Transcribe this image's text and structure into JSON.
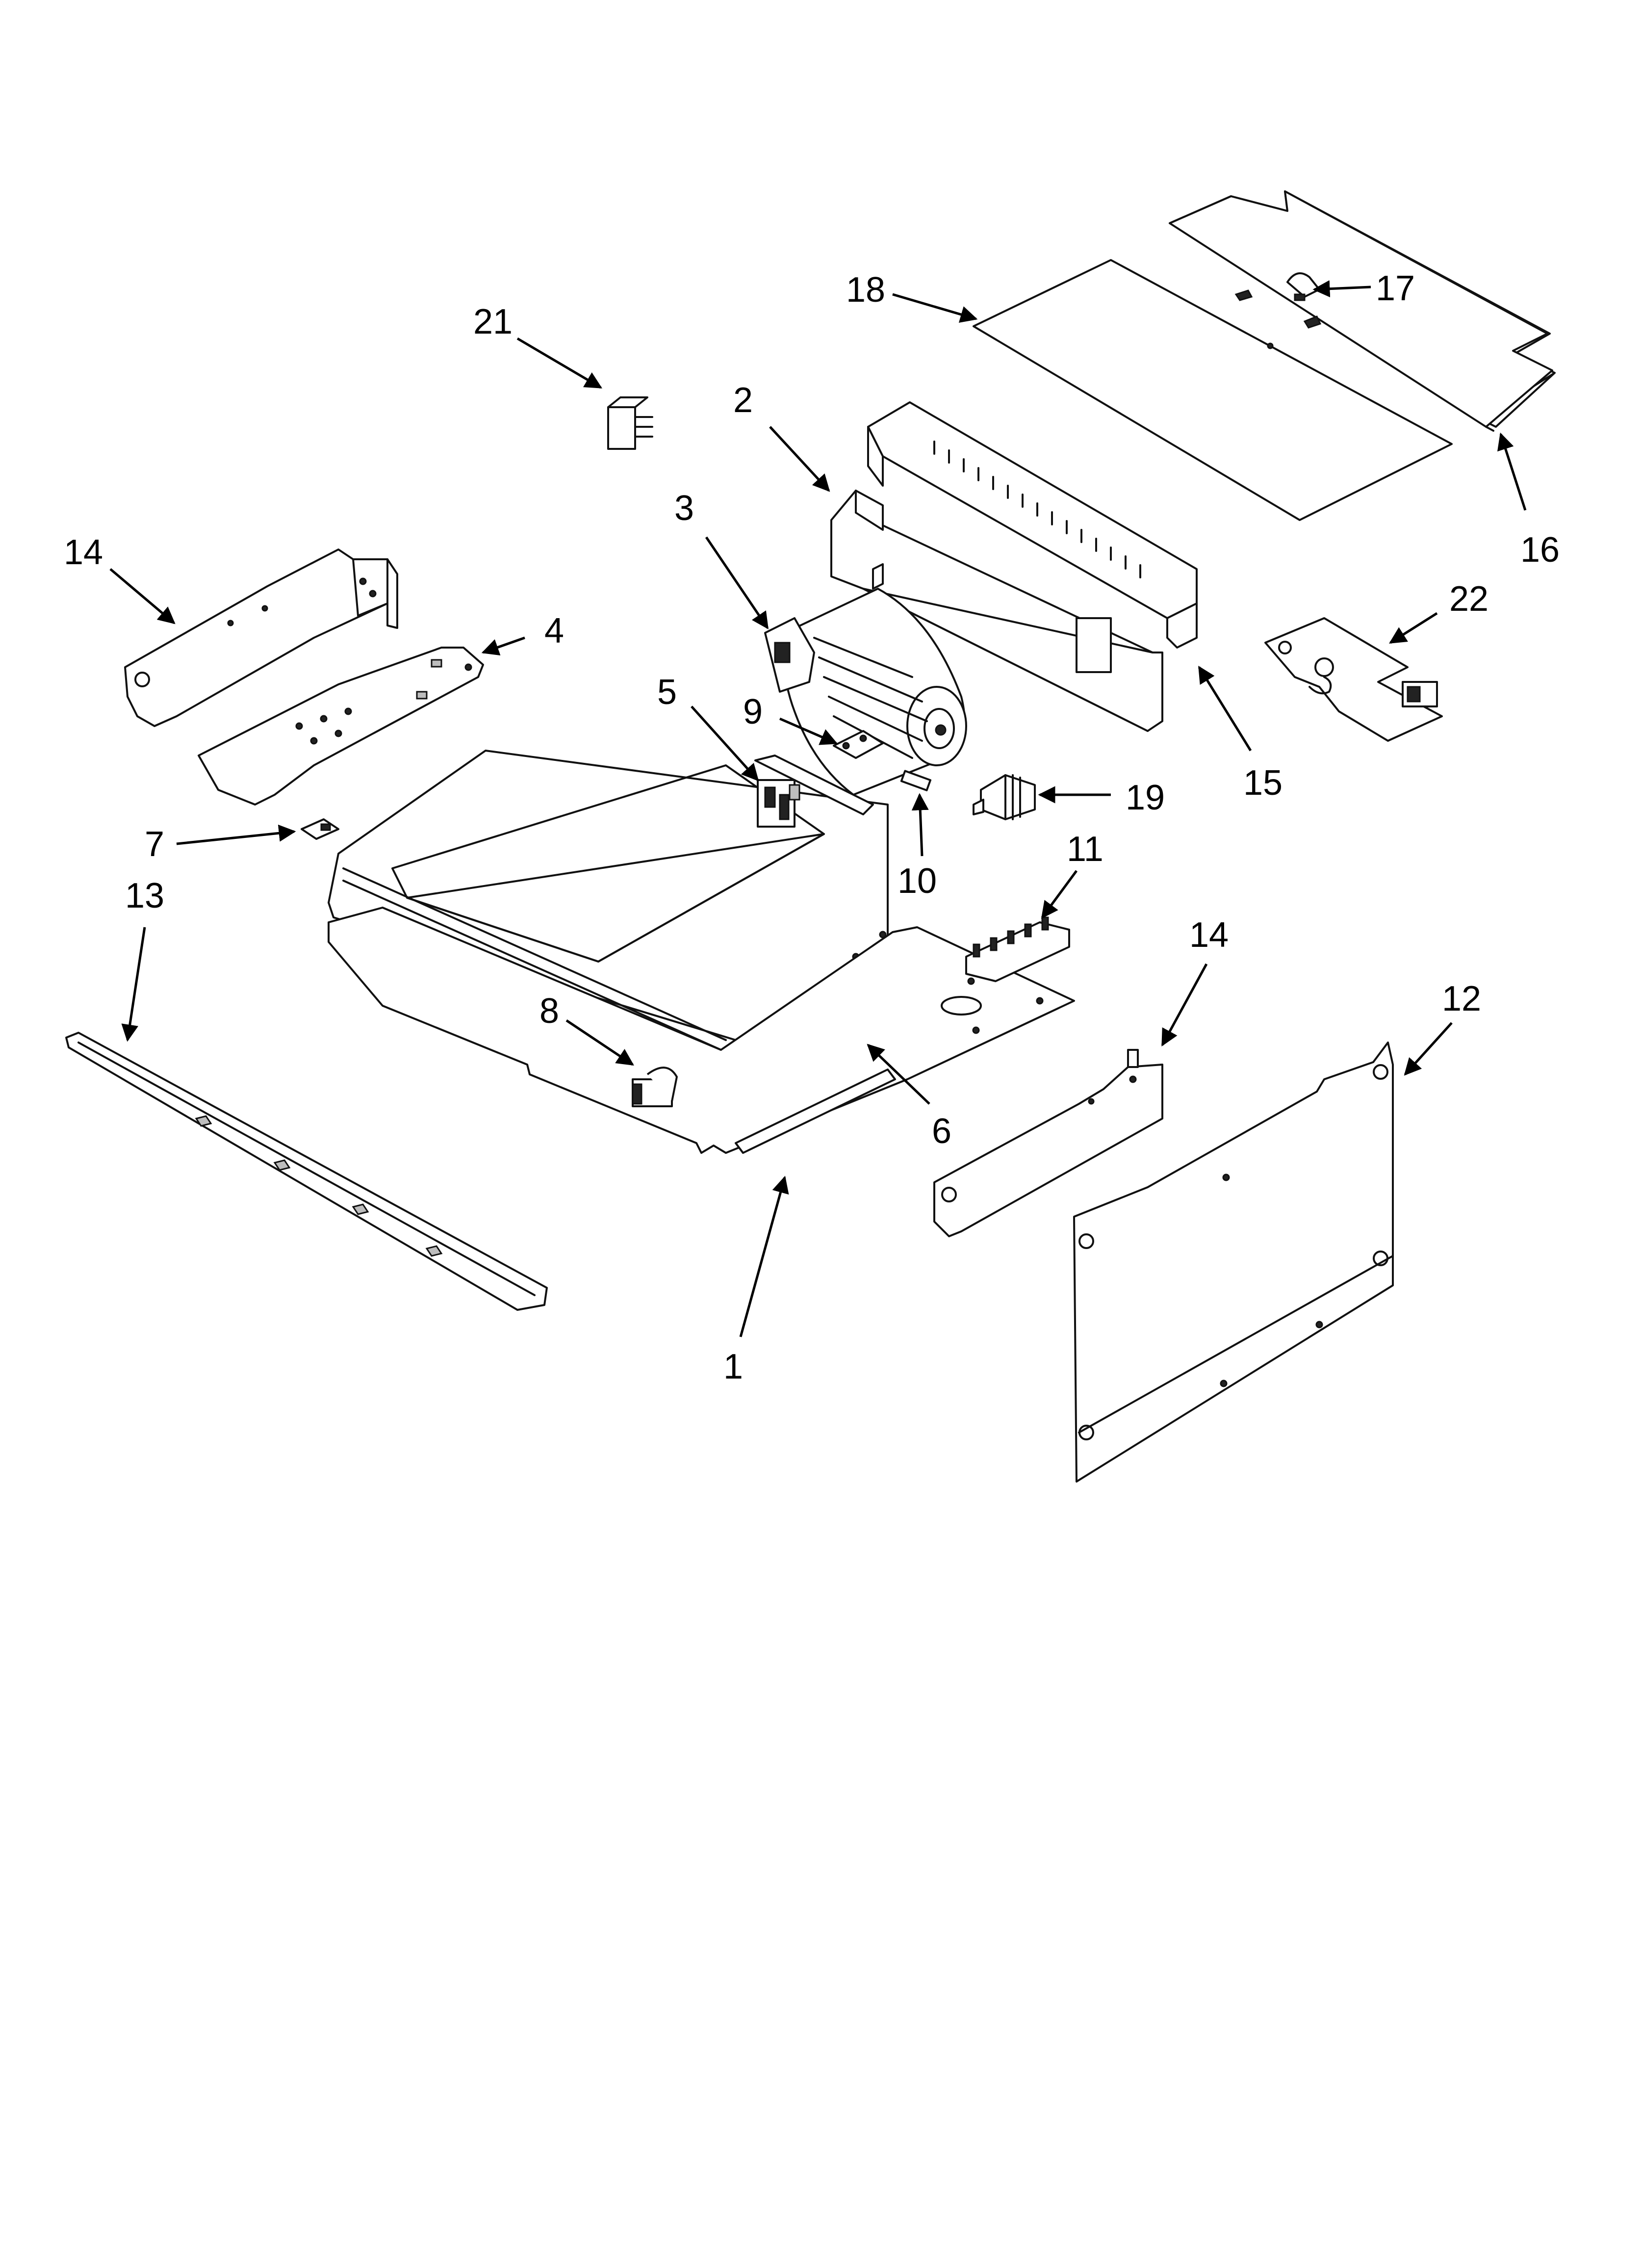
{
  "diagram": {
    "background": "#ffffff",
    "line_color": "#111111",
    "callouts": {
      "c1": "1",
      "c2": "2",
      "c3": "3",
      "c4": "4",
      "c5": "5",
      "c6": "6",
      "c7": "7",
      "c8": "8",
      "c9": "9",
      "c10": "10",
      "c11": "11",
      "c12": "12",
      "c13": "13",
      "c14a": "14",
      "c14b": "14",
      "c15": "15",
      "c16": "16",
      "c17": "17",
      "c18": "18",
      "c19": "19",
      "c21": "21",
      "c22": "22"
    }
  }
}
